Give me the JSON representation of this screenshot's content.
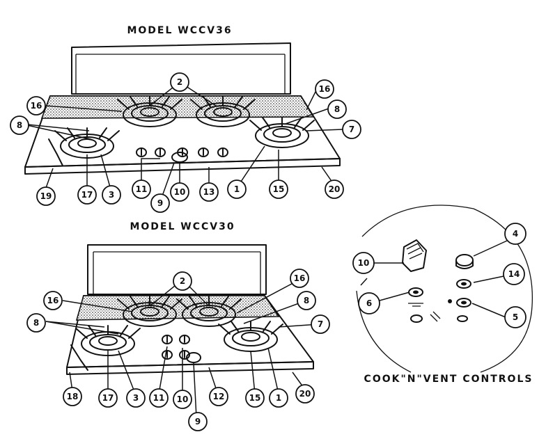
{
  "titles": {
    "top": "MODEL WCCV36",
    "bottom": "MODEL WCCV30",
    "controls": "COOK\"N\"VENT CONTROLS"
  },
  "callouts": {
    "top": [
      "2",
      "16",
      "16",
      "8",
      "8",
      "7",
      "19",
      "17",
      "3",
      "11",
      "9",
      "10",
      "13",
      "1",
      "15",
      "20"
    ],
    "bottom": [
      "2",
      "16",
      "16",
      "8",
      "8",
      "7",
      "18",
      "17",
      "3",
      "11",
      "10",
      "9",
      "12",
      "15",
      "1",
      "20"
    ],
    "controls": [
      "10",
      "4",
      "14",
      "6",
      "5"
    ]
  }
}
